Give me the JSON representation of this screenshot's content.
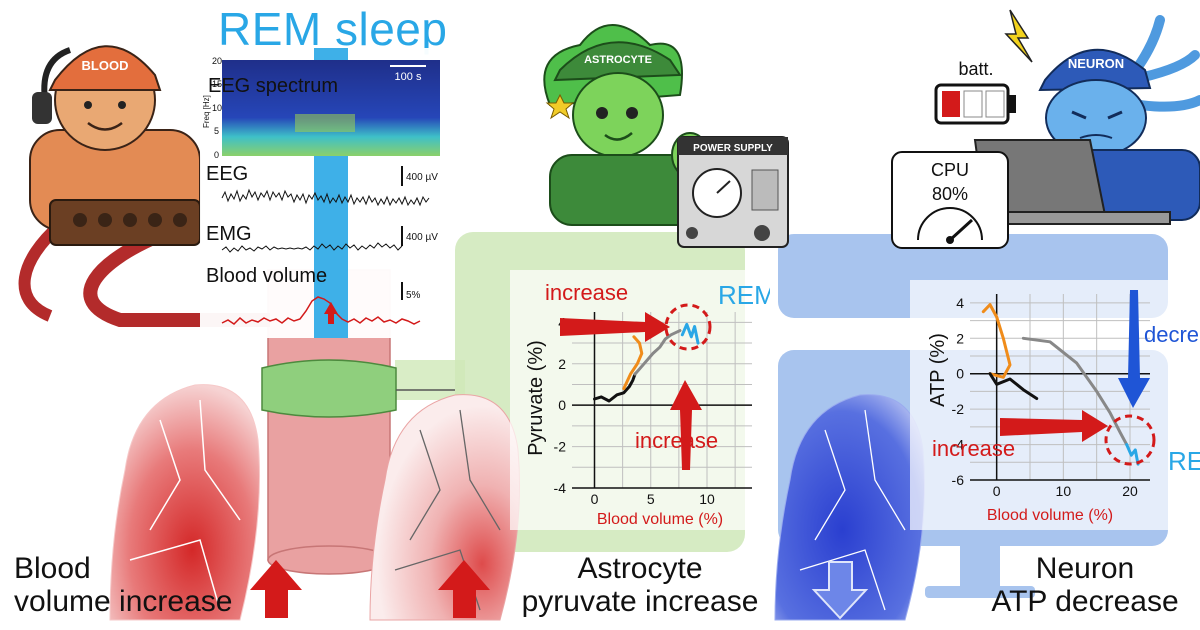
{
  "title": "REM sleep",
  "eeg_panel": {
    "spectrum_label": "EEG spectrum",
    "freq_axis_label": "Freq [Hz]",
    "freq_ticks": [
      "20",
      "15",
      "10",
      "5",
      "0"
    ],
    "time_scale": "100 s",
    "eeg_label": "EEG",
    "eeg_scale": "400 µV",
    "emg_label": "EMG",
    "emg_scale": "400 µV",
    "blood_label": "Blood volume",
    "blood_scale": "5%"
  },
  "characters": {
    "blood_cap": "BLOOD",
    "astrocyte_cap": "ASTROCYTE",
    "neuron_cap": "NEURON",
    "power_supply": "POWER SUPPLY",
    "battery_label": "batt.",
    "cpu_label": "CPU",
    "cpu_value": "80%"
  },
  "bottom_labels": {
    "blood_line1": "Blood",
    "blood_line2": "volume increase",
    "astro_line1": "Astrocyte",
    "astro_line2": "pyruvate increase",
    "neuron_line1": "Neuron",
    "neuron_line2": "ATP decrease"
  },
  "colors": {
    "rem_blue": "#29a7e6",
    "increase_red": "#d31a1a",
    "decrease_blue": "#1f55d6",
    "astro_green": "#cfe8b8",
    "neuron_blue": "#aec6ec"
  },
  "annotations": {
    "pyruvate_increase_left": "increase",
    "pyruvate_increase_bottom": "increase",
    "pyruvate_rem": "REM",
    "atp_increase": "increase",
    "atp_decrease": "decre",
    "atp_rem": "RE"
  },
  "chart_data": [
    {
      "type": "line",
      "xlabel": "Blood volume (%)",
      "ylabel": "Pyruvate (%)",
      "xlim": [
        -2,
        14
      ],
      "ylim": [
        -4,
        4.5
      ],
      "xticks": [
        0,
        5,
        10
      ],
      "yticks": [
        -4,
        -2,
        0,
        2,
        4
      ],
      "grid": true,
      "series": [
        {
          "color": "#111111",
          "x": [
            0,
            0.6,
            1.3,
            2.0,
            2.6,
            3.1,
            3.4,
            3.6
          ],
          "y": [
            0.3,
            0.4,
            0.2,
            0.5,
            0.6,
            0.9,
            1.2,
            1.5
          ]
        },
        {
          "color": "#888888",
          "x": [
            3.6,
            4.4,
            5.2,
            5.8,
            6.3,
            6.8,
            7.2,
            7.6
          ],
          "y": [
            1.5,
            2.0,
            2.5,
            2.8,
            3.2,
            3.4,
            3.5,
            3.6
          ]
        },
        {
          "color": "#f08c1a",
          "x": [
            2.6,
            3.2,
            3.8,
            4.2,
            4.0,
            3.5
          ],
          "y": [
            0.8,
            1.5,
            2.0,
            2.5,
            3.0,
            3.3
          ]
        },
        {
          "color": "#29a7e6",
          "x": [
            7.8,
            8.2,
            8.6,
            8.9,
            9.2
          ],
          "y": [
            3.4,
            3.9,
            3.3,
            3.8,
            3.0
          ]
        }
      ]
    },
    {
      "type": "line",
      "xlabel": "Blood volume (%)",
      "ylabel": "ATP (%)",
      "xlim": [
        -4,
        23
      ],
      "ylim": [
        -6,
        4.5
      ],
      "xticks": [
        0,
        10,
        20
      ],
      "yticks": [
        -6,
        -4,
        -2,
        0,
        2,
        4
      ],
      "grid": true,
      "series": [
        {
          "color": "#f08c1a",
          "x": [
            -2,
            -1,
            0,
            1,
            2,
            1,
            -1
          ],
          "y": [
            3.5,
            3.9,
            3.2,
            2.0,
            0.5,
            -0.2,
            0.0
          ]
        },
        {
          "color": "#111111",
          "x": [
            -1,
            0,
            2,
            4,
            6
          ],
          "y": [
            0.0,
            -0.6,
            -0.3,
            -0.9,
            -1.4
          ]
        },
        {
          "color": "#888888",
          "x": [
            4,
            8,
            12,
            15,
            17,
            18.5,
            19.5
          ],
          "y": [
            2.0,
            1.8,
            0.6,
            -1.0,
            -2.2,
            -3.3,
            -4.0
          ]
        },
        {
          "color": "#29a7e6",
          "x": [
            19.5,
            20.2,
            20.8,
            21.2
          ],
          "y": [
            -4.0,
            -4.6,
            -4.3,
            -5.1
          ]
        }
      ]
    }
  ]
}
